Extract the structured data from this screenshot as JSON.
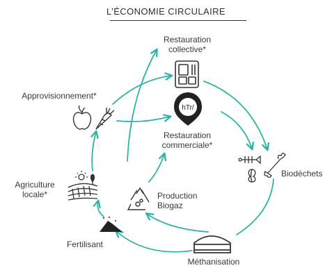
{
  "title": "L’ÉCONOMIE CIRCULAIRE",
  "nodes": {
    "restauration_collective": [
      "Restauration",
      "collective*"
    ],
    "restauration_commerciale": [
      "Restauration",
      "commerciale*"
    ],
    "approvisionnement": "Approvisionnement*",
    "agriculture_locale": [
      "Agriculture",
      "locale*"
    ],
    "production_biogaz": [
      "Production",
      "Biogaz"
    ],
    "biodechets": "Biodéchets",
    "fertilisant": "Fertilisant",
    "methanisation": "Méthanisation"
  },
  "restaurant_sign": "hTr/",
  "colors": {
    "arrow": "#2db3a4",
    "icon": "#333333",
    "text": "#3a3a3a"
  }
}
